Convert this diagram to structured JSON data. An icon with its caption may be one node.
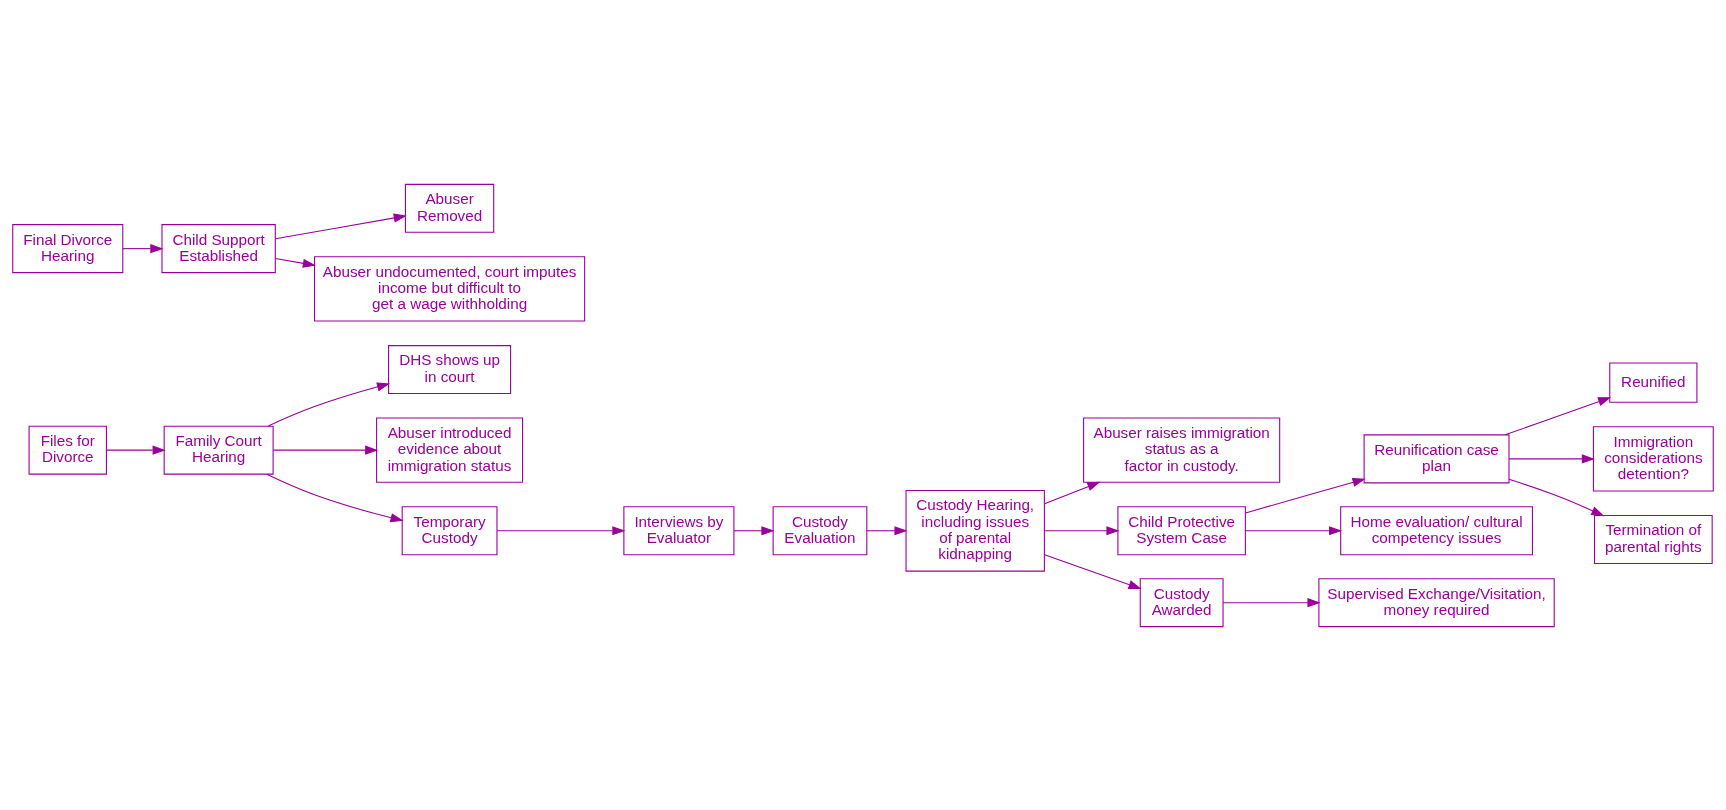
{
  "diagram": {
    "nodes": [
      {
        "text": [
          "Files for Divorce"
        ]
      },
      {
        "text": [
          "DHS shows up in court"
        ]
      },
      {
        "text": [
          "Family Court Hearing"
        ]
      },
      {
        "text": [
          "Abuser introduced evidence about immigration status"
        ]
      },
      {
        "text": [
          "Abuser raises immigration status as a factor in custody."
        ]
      },
      {
        "text": [
          "Temporary Custody"
        ]
      },
      {
        "text": [
          "Interviews by Evaluator"
        ]
      },
      {
        "text": [
          "Custody Evaluation"
        ]
      },
      {
        "text": [
          "Custody Hearing, including issues of parental kidnapping"
        ]
      },
      {
        "text": [
          "Reunification case plan"
        ]
      },
      {
        "text": [
          "Reunified"
        ]
      },
      {
        "text": [
          "Immigration considerations detention?"
        ]
      },
      {
        "text": [
          "Termination of parental rights"
        ]
      },
      {
        "text": [
          "Child Protective System Case"
        ]
      },
      {
        "text": [
          "Home evaluation/ cultural competency issues"
        ]
      },
      {
        "text": [
          "Custody Awarded"
        ]
      },
      {
        "text": [
          "Supervised Exchange/Visitation, money required"
        ]
      },
      {
        "text": [
          "Abuser Removed"
        ]
      },
      {
        "text": [
          "Final Divorce Hearing"
        ]
      },
      {
        "text": [
          "Child Support Established"
        ]
      },
      {
        "text": [
          "Abuser undocumented, court imputes income but difficult to get a wage withholding"
        ]
      }
    ],
    "edges": [
      {
        "from": 0,
        "to": 2,
        "arrow": "to"
      },
      {
        "from": 2,
        "to": 1,
        "arrow": "to"
      },
      {
        "from": 2,
        "to": 3,
        "arrow": "to"
      },
      {
        "from": 2,
        "to": 5,
        "arrow": "to"
      },
      {
        "from": 5,
        "to": 6,
        "arrow": "to"
      },
      {
        "from": 6,
        "to": 7,
        "arrow": "to"
      },
      {
        "from": 7,
        "to": 8,
        "arrow": "to"
      },
      {
        "from": 8,
        "to": 4,
        "arrow": "to"
      },
      {
        "from": 8,
        "to": 13,
        "arrow": "to"
      },
      {
        "from": 8,
        "to": 15,
        "arrow": "to"
      },
      {
        "from": 13,
        "to": 9,
        "arrow": "to"
      },
      {
        "from": 9,
        "to": 10,
        "arrow": "to"
      },
      {
        "from": 9,
        "to": 11,
        "arrow": "to"
      },
      {
        "from": 9,
        "to": 12,
        "arrow": "to"
      },
      {
        "from": 13,
        "to": 14,
        "arrow": "to"
      },
      {
        "from": 15,
        "to": 16,
        "arrow": "to"
      },
      {
        "from": 19,
        "to": 17,
        "arrow": "to"
      },
      {
        "from": 18,
        "to": 19,
        "arrow": "to"
      },
      {
        "from": 19,
        "to": 20,
        "arrow": "to"
      }
    ]
  }
}
